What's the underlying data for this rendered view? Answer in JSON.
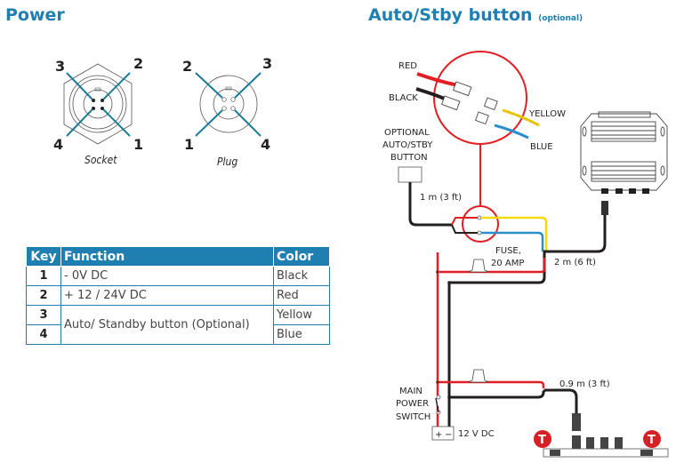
{
  "power": {
    "title": "Power",
    "socket": {
      "label": "Socket",
      "pins": [
        "3",
        "2",
        "4",
        "1"
      ]
    },
    "plug": {
      "label": "Plug",
      "pins": [
        "2",
        "3",
        "1",
        "4"
      ]
    }
  },
  "table": {
    "headers": {
      "key": "Key",
      "function": "Function",
      "color": "Color"
    },
    "rows": [
      {
        "key": "1",
        "function": "- 0V DC",
        "color": "Black"
      },
      {
        "key": "2",
        "function": "+ 12 / 24V DC",
        "color": "Red"
      },
      {
        "key": "3",
        "function": "Auto/ Standby button (Optional)",
        "color": "Yellow"
      },
      {
        "key": "4",
        "function": "",
        "color": "Blue"
      }
    ],
    "header_color": "#1f7fb0"
  },
  "auto": {
    "title": "Auto/Stby button",
    "title_suffix": "(optional)",
    "labels": {
      "red": "RED",
      "black": "BLACK",
      "yellow": "YELLOW",
      "blue": "BLUE",
      "button_1": "OPTIONAL",
      "button_2": "AUTO/STBY",
      "button_3": "BUTTON",
      "cable_1m": "1 m (3 ft)",
      "fuse_1": "FUSE,",
      "fuse_2": "20 AMP",
      "cable_2m": "2 m (6 ft)",
      "cable_09m": "0.9 m (3 ft)",
      "switch_1": "MAIN",
      "switch_2": "POWER",
      "switch_3": "SWITCH",
      "battery": "12 V DC",
      "battery_plus": "+",
      "battery_minus": "−",
      "terminator": "T"
    },
    "colors": {
      "red": "#e31e24",
      "black": "#231f20",
      "yellow": "#f5d90a",
      "blue": "#2a8fcb",
      "terminator": "#d71f26"
    }
  }
}
